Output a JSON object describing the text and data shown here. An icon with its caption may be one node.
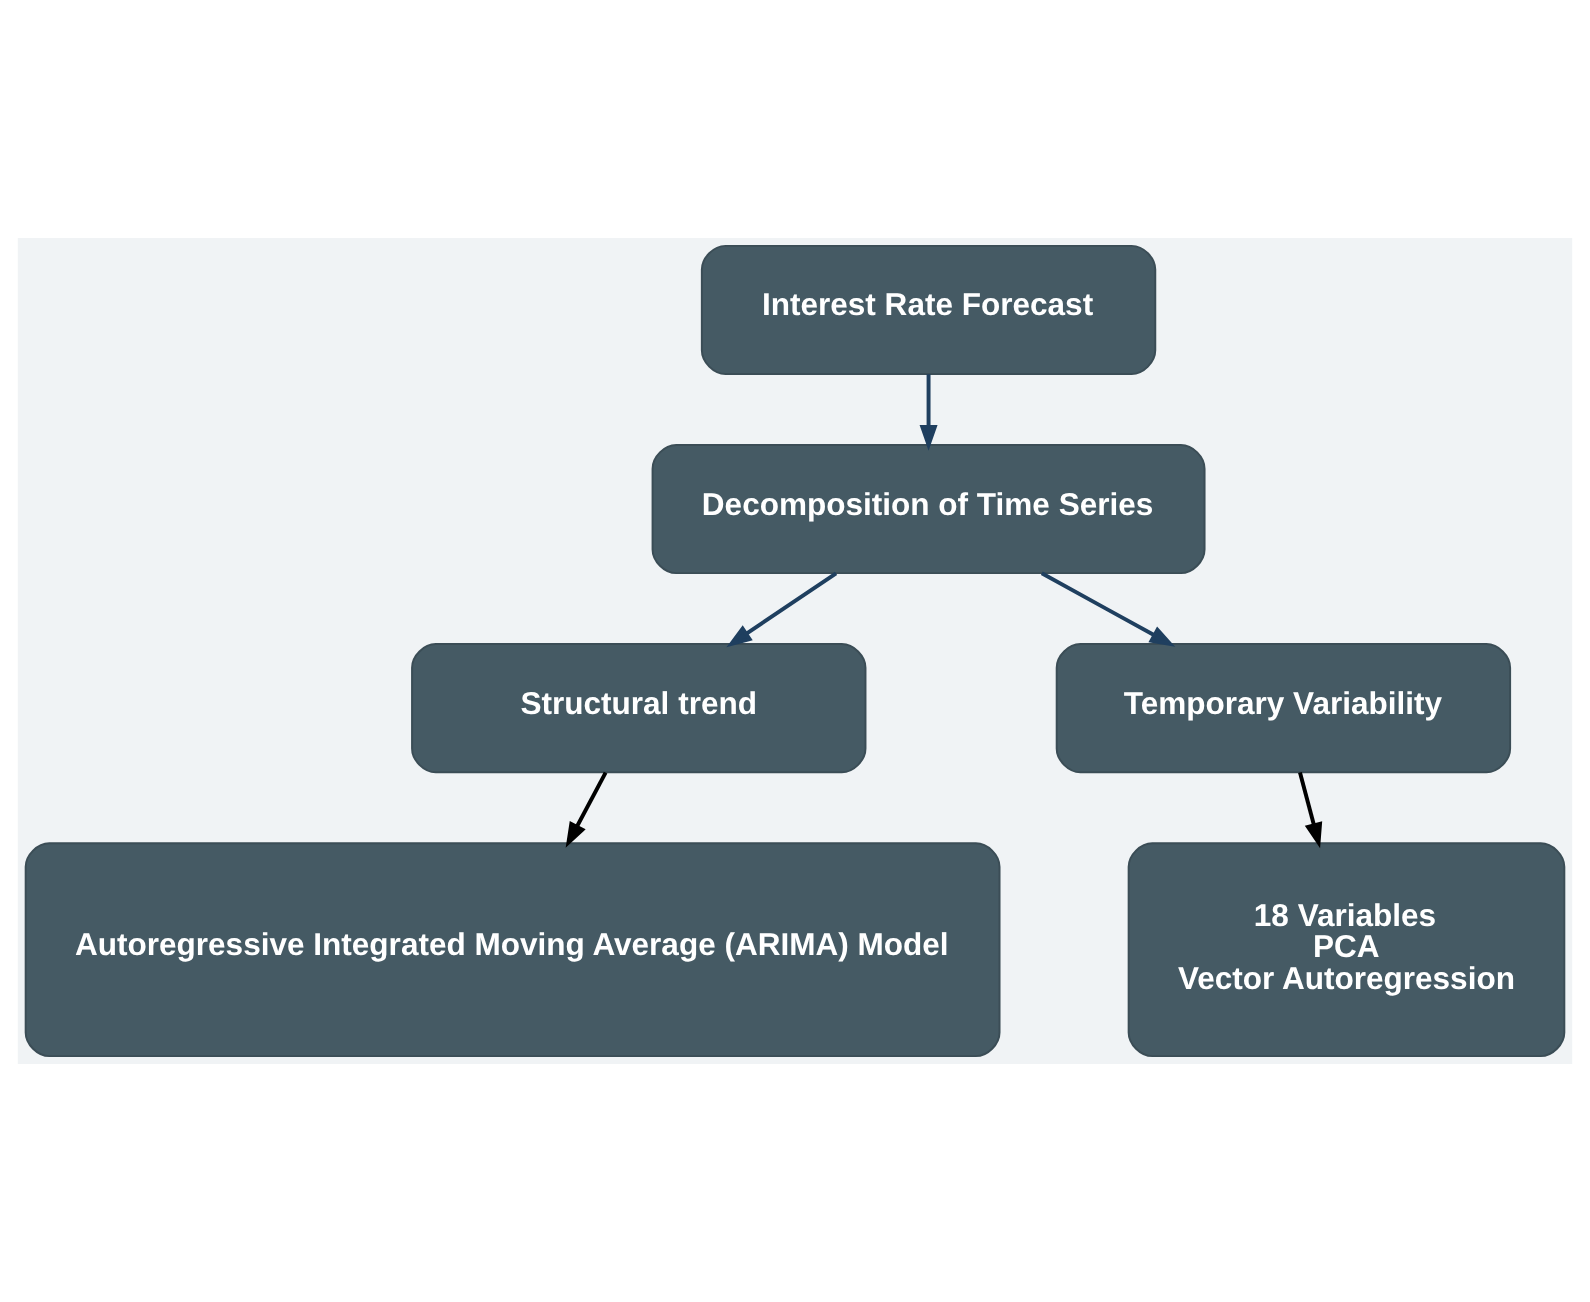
{
  "diagram": {
    "nodes": [
      {
        "text": [
          "Interest Rate Forecast"
        ]
      },
      {
        "text": [
          "Decomposition of Time Series"
        ]
      },
      {
        "text": [
          "Structural trend"
        ]
      },
      {
        "text": [
          "Temporary Variability"
        ]
      },
      {
        "text": [
          "Autoregressive Integrated Moving Average (ARIMA) Model"
        ]
      },
      {
        "text": [
          "18 Variables",
          "PCA",
          "Vector Autoregression"
        ]
      }
    ],
    "edges": [
      {
        "from": 0,
        "to": 1,
        "arrow": "to"
      },
      {
        "from": 1,
        "to": 2,
        "arrow": "to"
      },
      {
        "from": 1,
        "to": 3,
        "arrow": "to"
      },
      {
        "from": 2,
        "to": 4,
        "arrow": "to",
        "color": "#000000"
      },
      {
        "from": 3,
        "to": 5,
        "arrow": "to",
        "color": "#000000"
      }
    ]
  }
}
